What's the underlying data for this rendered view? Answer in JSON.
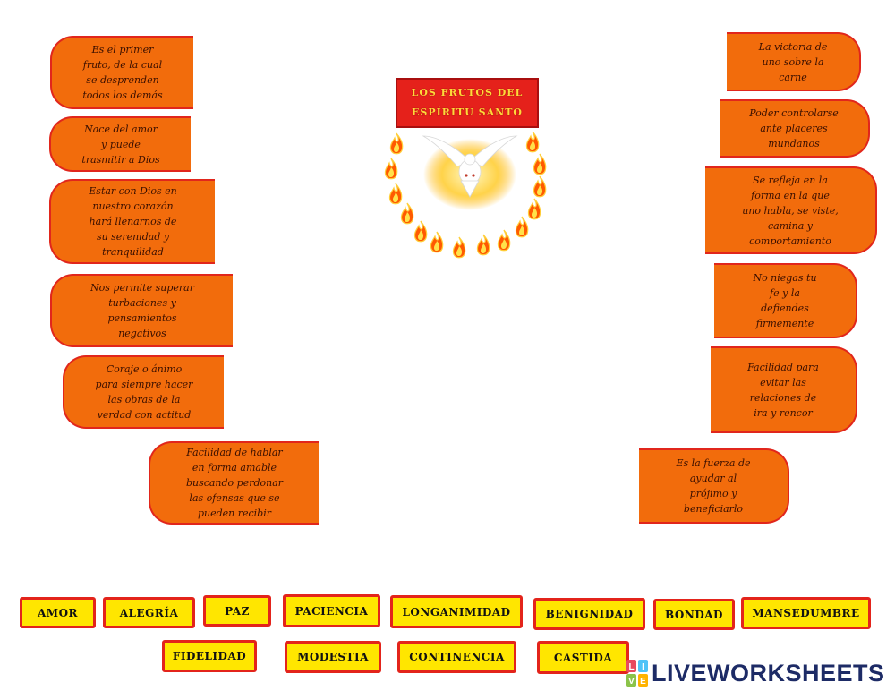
{
  "title": {
    "line1": "LOS FRUTOS DEL",
    "line2": "ESPÍRITU SANTO"
  },
  "definitions_left": [
    "Es el primer\nfruto, de la cual\nse desprenden\ntodos los demás",
    "Nace del amor\ny puede\ntrasmitir a Dios",
    "Estar con Dios en\nnuestro corazón\nhará llenarnos de\nsu serenidad y\ntranquilidad",
    "Nos permite superar\nturbaciones y\npensamientos\nnegativos",
    "Coraje o ánimo\npara siempre hacer\nlas obras de la\nverdad con actitud",
    "Facilidad de hablar\nen forma amable\nbuscando perdonar\nlas ofensas que se\npueden recibir"
  ],
  "definitions_right": [
    "La victoria de\nuno sobre la\ncarne",
    "Poder controlarse\nante placeres\nmundanos",
    "Se refleja en la\nforma en la que\nuno habla, se viste,\ncamina y\ncomportamiento",
    "No niegas tu\nfe y la\ndefiendes\nfirmemente",
    "Facilidad para\nevitar las\nrelaciones de\nira y rencor",
    "Es la fuerza de\nayudar al\nprójimo y\nbeneficiarlo"
  ],
  "words": [
    "AMOR",
    "ALEGRÍA",
    "PAZ",
    "PACIENCIA",
    "LONGANIMIDAD",
    "BENIGNIDAD",
    "BONDAD",
    "MANSEDUMBRE",
    "FIDELIDAD",
    "MODESTIA",
    "CONTINENCIA",
    "CASTIDA"
  ],
  "brand": {
    "logo_text": "LIVEWORKSHEETS",
    "live_letters": [
      "L",
      "I",
      "V",
      "E"
    ]
  },
  "colors": {
    "card_fill": "#f26c0c",
    "card_border": "#e1261c",
    "word_fill": "#ffe600",
    "word_border": "#e3241b",
    "title_fill": "#e5211b",
    "title_text": "#ffd93a",
    "brand_text": "#1d2b66"
  }
}
